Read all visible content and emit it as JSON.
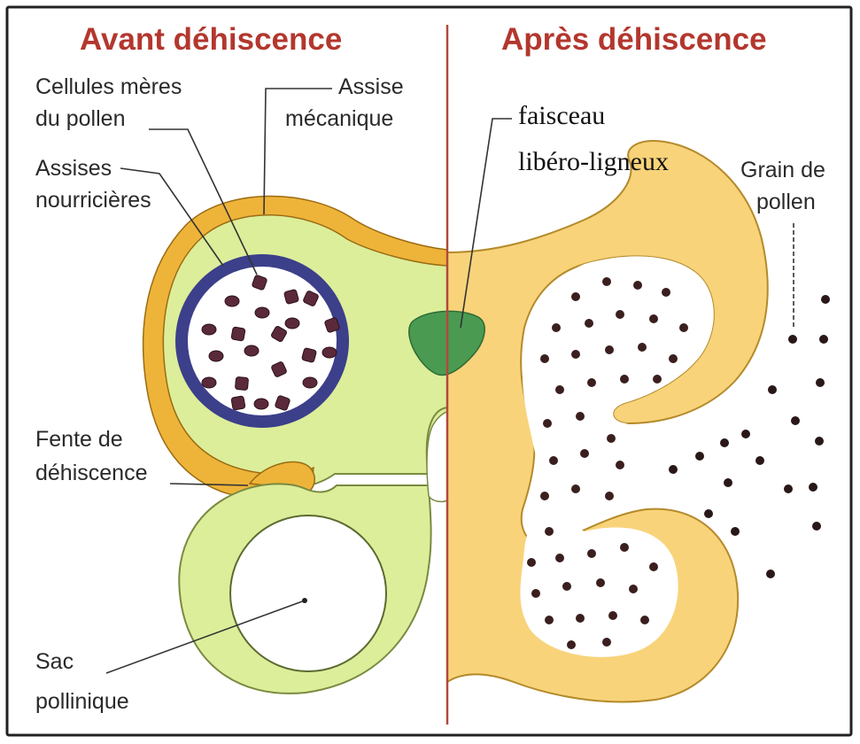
{
  "headings": {
    "left": "Avant déhiscence",
    "right": "Après déhiscence"
  },
  "labels": {
    "cellules_line1": "Cellules mères",
    "cellules_line2": "du pollen",
    "assise_line1": "Assise",
    "assise_line2": "mécanique",
    "assises_line1": "Assises",
    "assises_line2": "nourricières",
    "faisceau_line1": "faisceau",
    "faisceau_line2": "libéro-ligneux",
    "grain_line1": "Grain de",
    "grain_line2": "pollen",
    "fente_line1": "Fente de",
    "fente_line2": "déhiscence",
    "sac_line1": "Sac",
    "sac_line2": "pollinique"
  },
  "colors": {
    "heading": "#b3372e",
    "outer_tissue_green": "#dcee9a",
    "mechanical_layer_orange": "#eeb43a",
    "opened_wall_yellow": "#f8d37a",
    "nourishing_layer_blue": "#3c3f8a",
    "vascular_bundle_green": "#4a9a52",
    "pollen_dark": "#3b1f1f",
    "divider": "#b04a3a"
  }
}
